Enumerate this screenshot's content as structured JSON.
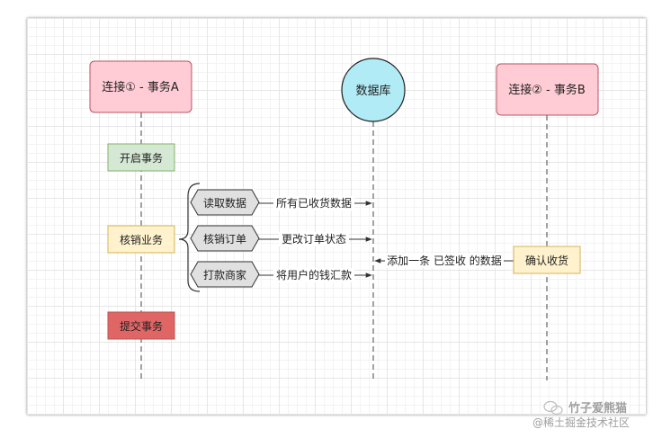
{
  "participants": {
    "a": "连接① - 事务A",
    "db": "数据库",
    "b": "连接② - 事务B"
  },
  "steps": {
    "begin": "开启事务",
    "business": "核销业务",
    "commit": "提交事务",
    "read": "读取数据",
    "writeoff": "核销订单",
    "pay": "打款商家",
    "confirm": "确认收货"
  },
  "messages": {
    "read": "所有已收货数据",
    "update": "更改订单状态",
    "transfer": "将用户的钱汇款",
    "insert": "添加一条 已签收 的数据"
  },
  "watermark": {
    "line1": "竹子爱熊猫",
    "line2": "@稀土掘金技术社区"
  },
  "colors": {
    "pink": "#ffccd5",
    "pink_border": "#b85460",
    "green": "#d5e8d4",
    "green_border": "#82b366",
    "yellow": "#fff2cc",
    "yellow_border": "#d6b656",
    "red": "#e06666",
    "red_border": "#b85450",
    "cyan": "#b1ebf5",
    "gray": "#e0e0e0"
  }
}
